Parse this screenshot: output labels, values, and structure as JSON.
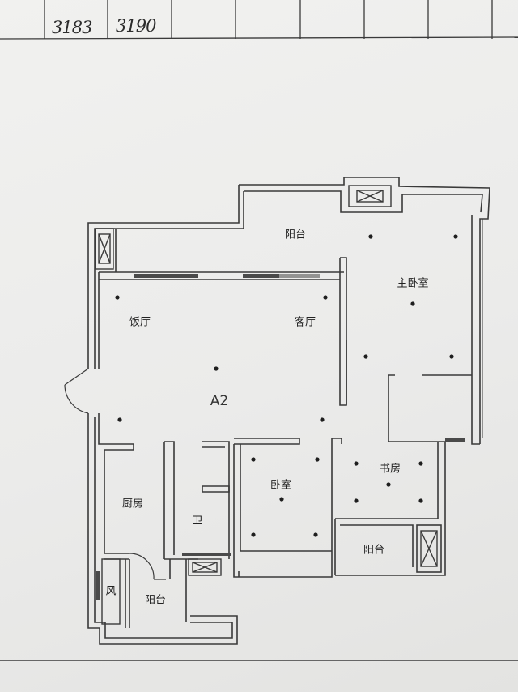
{
  "header": {
    "numbers": [
      "3183",
      "3190"
    ]
  },
  "plan": {
    "unit": "A2",
    "rooms": {
      "balcony_top": "阳台",
      "master_bedroom": "主卧室",
      "dining": "饭厅",
      "living": "客厅",
      "bedroom": "卧室",
      "study": "书房",
      "kitchen": "厨房",
      "bathroom": "卫",
      "balcony_right": "阳台",
      "balcony_bottom": "阳台",
      "vent": "风"
    }
  }
}
